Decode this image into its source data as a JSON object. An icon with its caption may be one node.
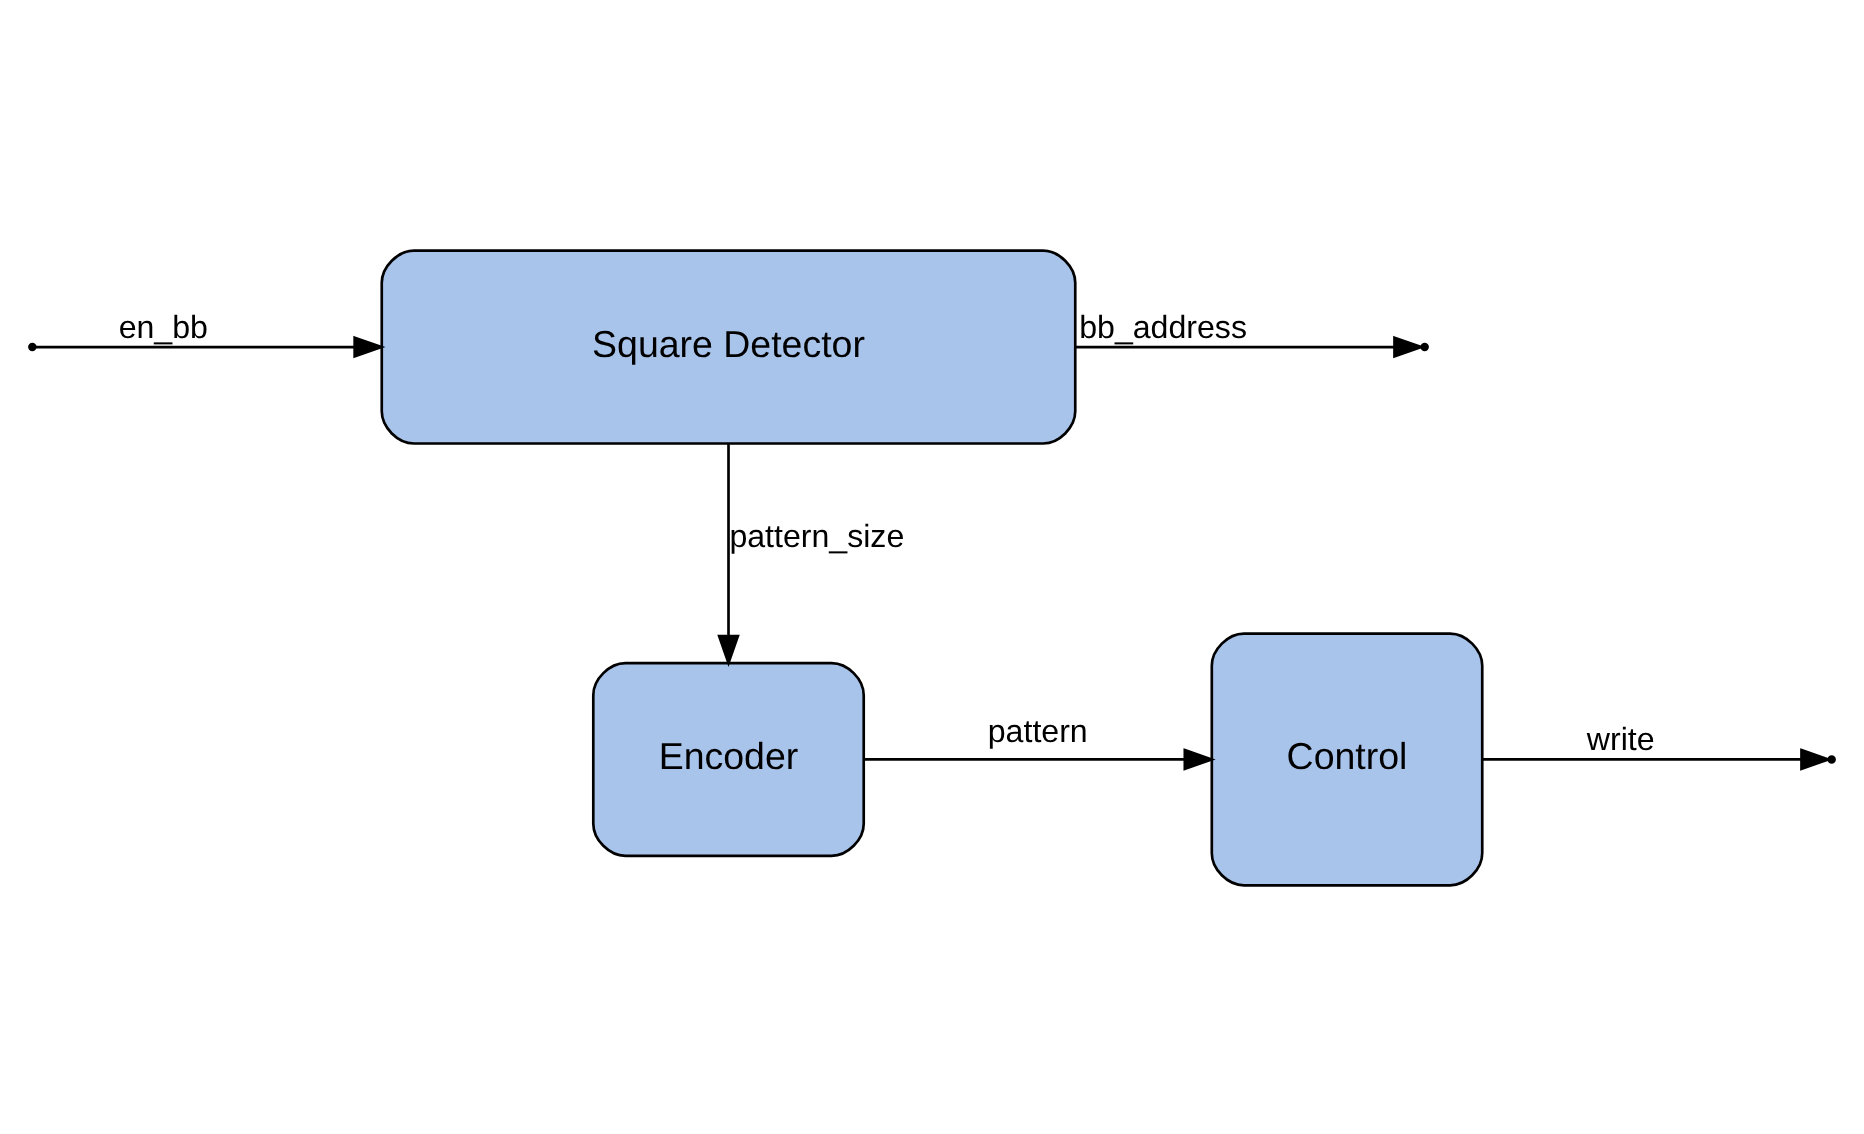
{
  "diagram": {
    "nodes": [
      {
        "text": [
          "Square Detector"
        ]
      },
      {
        "text": [
          "Encoder"
        ]
      },
      {
        "text": [
          "Control"
        ]
      }
    ],
    "edges": [
      {
        "from": null,
        "to": 0,
        "arrow": "to",
        "label": "en_bb"
      },
      {
        "from": 0,
        "to": null,
        "arrow": "to",
        "label": "bb_address"
      },
      {
        "from": 0,
        "to": 1,
        "arrow": "to",
        "label": "pattern_size"
      },
      {
        "from": 1,
        "to": 2,
        "arrow": "to",
        "label": "pattern"
      },
      {
        "from": 2,
        "to": null,
        "arrow": "to",
        "label": "write"
      }
    ]
  }
}
